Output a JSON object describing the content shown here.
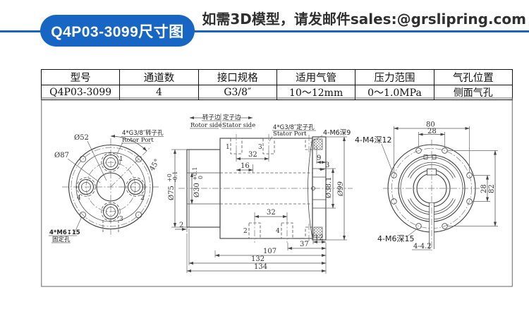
{
  "header": {
    "badge": "Q4P03-3099尺寸图",
    "note": "如需3D模型，请发邮件sales:@grslipring.com",
    "accent_color": "#1766c4"
  },
  "table": {
    "headers": [
      "型号",
      "通道数",
      "接口规格",
      "适用气管",
      "压力范围",
      "气孔位置"
    ],
    "row": [
      "Q4P03-3099",
      "4",
      "G3/8″",
      "10～12mm",
      "0～1.0MPa",
      "侧面气孔"
    ]
  },
  "drawing": {
    "left_view": {
      "dia52": "Ø52",
      "dia87": "Ø87",
      "rotor_port_cn": "4*G3/8″转子孔",
      "rotor_port_en": "Rotor Port",
      "fix_cn": "4*M6↧15",
      "fix_cn2": "固定孔",
      "angle": "45°",
      "p1": "1",
      "p2": "2",
      "p3": "3",
      "p4": "4"
    },
    "side_view": {
      "rotor_cn": "转子边",
      "rotor_en": "Rotor side",
      "stator_cn": "定子边",
      "stator_en": "Stator side",
      "stator_port_cn": "4*G3/8″定子孔",
      "stator_port_en": "Stator Port",
      "m6d9": "4-M6深9",
      "p1": "1",
      "p2": "2",
      "p3": "3",
      "p4": "4",
      "dims": {
        "top32": "32",
        "d16": "16",
        "d9": "9",
        "d3": "3",
        "dia381": "Ø38.1",
        "dia99": "Ø99",
        "d2": "2",
        "bot32": "32",
        "d12": "12",
        "d37": "37",
        "d107": "107",
        "d132": "132",
        "d134": "134"
      },
      "dia75": "Ø75",
      "dia75_tu": "+0",
      "dia75_td": "-0.1",
      "dia30": "Ø30",
      "dia30_tu": "+0.1",
      "dia30_td": "0"
    },
    "right_view": {
      "m4d12": "4-M4深12",
      "m6d15": "4-M6深15",
      "holes": "4-4.2",
      "d80": "80",
      "d28top": "28",
      "d28r": "28",
      "d82": "82"
    }
  }
}
